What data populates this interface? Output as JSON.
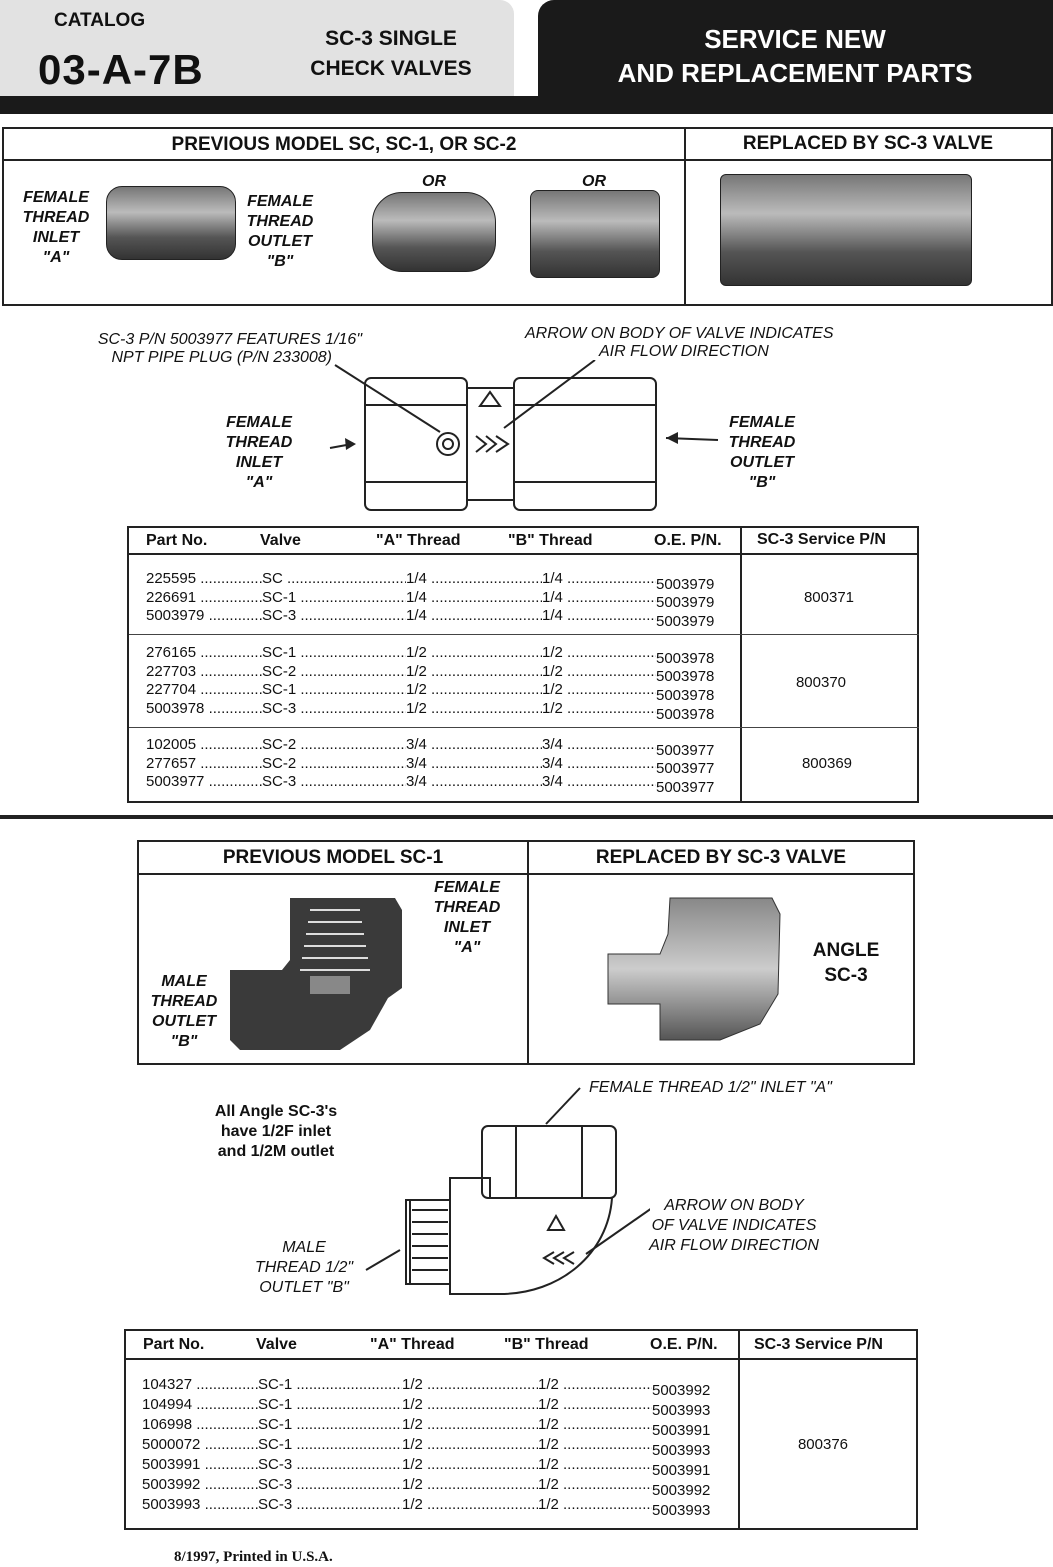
{
  "header": {
    "catalog_label": "CATALOG",
    "catalog_number": "03-A-7B",
    "title_line1": "SC-3 SINGLE",
    "title_line2": "CHECK VALVES",
    "right_line1": "SERVICE NEW",
    "right_line2": "AND REPLACEMENT PARTS"
  },
  "section1": {
    "left_heading": "PREVIOUS MODEL SC, SC-1, OR SC-2",
    "right_heading": "REPLACED BY SC-3 VALVE",
    "or1": "OR",
    "or2": "OR",
    "inlet_label": [
      "FEMALE",
      "THREAD",
      "INLET",
      "\"A\""
    ],
    "outlet_label": [
      "FEMALE",
      "THREAD",
      "OUTLET",
      "\"B\""
    ]
  },
  "diagram1": {
    "note_line1": "SC-3 P/N 5003977 FEATURES 1/16\"",
    "note_line2": "NPT PIPE PLUG (P/N 233008)",
    "arrow_line1": "ARROW ON BODY OF VALVE INDICATES",
    "arrow_line2": "AIR FLOW DIRECTION",
    "inlet": [
      "FEMALE",
      "THREAD",
      "INLET",
      "\"A\""
    ],
    "outlet": [
      "FEMALE",
      "THREAD",
      "OUTLET",
      "\"B\""
    ]
  },
  "table1": {
    "headers": [
      "Part No.",
      "Valve",
      "\"A\" Thread",
      "\"B\" Thread",
      "O.E. P/N.",
      "SC-3 Service P/N"
    ],
    "groups": [
      {
        "service_pn": "800371",
        "rows": [
          [
            "225595",
            "SC",
            "1/4",
            "1/4",
            "5003979"
          ],
          [
            "226691",
            "SC-1",
            "1/4",
            "1/4",
            "5003979"
          ],
          [
            "5003979",
            "SC-3",
            "1/4",
            "1/4",
            "5003979"
          ]
        ]
      },
      {
        "service_pn": "800370",
        "rows": [
          [
            "276165",
            "SC-1",
            "1/2",
            "1/2",
            "5003978"
          ],
          [
            "227703",
            "SC-2",
            "1/2",
            "1/2",
            "5003978"
          ],
          [
            "227704",
            "SC-1",
            "1/2",
            "1/2",
            "5003978"
          ],
          [
            "5003978",
            "SC-3",
            "1/2",
            "1/2",
            "5003978"
          ]
        ]
      },
      {
        "service_pn": "800369",
        "rows": [
          [
            "102005",
            "SC-2",
            "3/4",
            "3/4",
            "5003977"
          ],
          [
            "277657",
            "SC-2",
            "3/4",
            "3/4",
            "5003977"
          ],
          [
            "5003977",
            "SC-3",
            "3/4",
            "3/4",
            "5003977"
          ]
        ]
      }
    ]
  },
  "section2": {
    "left_heading": "PREVIOUS MODEL SC-1",
    "right_heading": "REPLACED BY SC-3 VALVE",
    "inlet_label": [
      "FEMALE",
      "THREAD",
      "INLET",
      "\"A\""
    ],
    "outlet_label": [
      "MALE",
      "THREAD",
      "OUTLET",
      "\"B\""
    ],
    "angle_line1": "ANGLE",
    "angle_line2": "SC-3"
  },
  "diagram2": {
    "inlet_note": "FEMALE THREAD 1/2\" INLET \"A\"",
    "angle_note": [
      "All Angle SC-3's",
      "have 1/2F inlet",
      "and 1/2M outlet"
    ],
    "arrow_note": [
      "ARROW ON BODY",
      "OF VALVE INDICATES",
      "AIR FLOW DIRECTION"
    ],
    "outlet_note": [
      "MALE",
      "THREAD 1/2\"",
      "OUTLET \"B\""
    ]
  },
  "table2": {
    "headers": [
      "Part No.",
      "Valve",
      "\"A\" Thread",
      "\"B\" Thread",
      "O.E. P/N.",
      "SC-3 Service P/N"
    ],
    "service_pn": "800376",
    "rows": [
      [
        "104327",
        "SC-1",
        "1/2",
        "1/2",
        "5003992"
      ],
      [
        "104994",
        "SC-1",
        "1/2",
        "1/2",
        "5003993"
      ],
      [
        "106998",
        "SC-1",
        "1/2",
        "1/2",
        "5003991"
      ],
      [
        "5000072",
        "SC-1",
        "1/2",
        "1/2",
        "5003993"
      ],
      [
        "5003991",
        "SC-3",
        "1/2",
        "1/2",
        "5003991"
      ],
      [
        "5003992",
        "SC-3",
        "1/2",
        "1/2",
        "5003992"
      ],
      [
        "5003993",
        "SC-3",
        "1/2",
        "1/2",
        "5003993"
      ]
    ]
  },
  "footer": "8/1997,  Printed in U.S.A."
}
